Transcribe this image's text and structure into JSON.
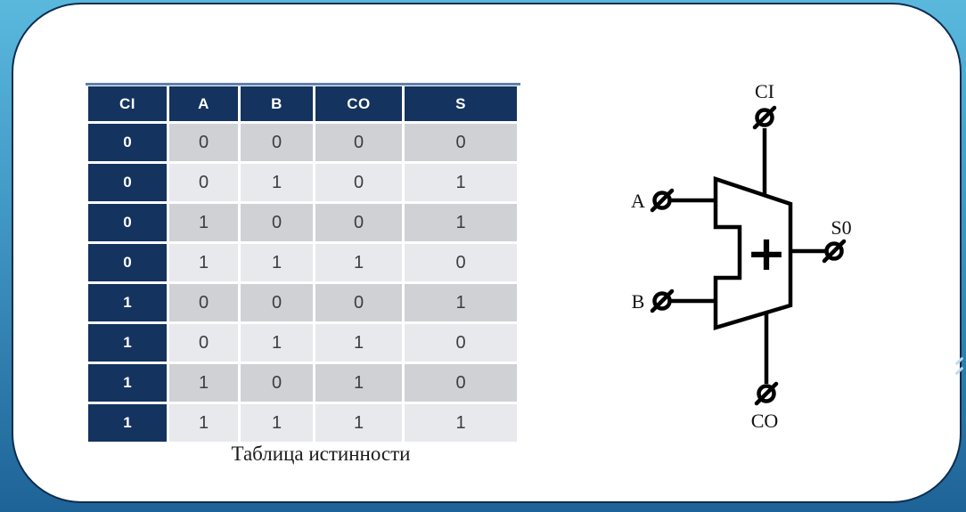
{
  "slide": {
    "background_top": "#5ab8dd",
    "background_bottom": "#1e6397",
    "card_border": "#0d2d4f"
  },
  "truth_table": {
    "caption": "Таблица истинности",
    "columns": [
      "CI",
      "A",
      "B",
      "CO",
      "S"
    ],
    "rows": [
      [
        "0",
        "0",
        "0",
        "0",
        "0"
      ],
      [
        "0",
        "0",
        "1",
        "0",
        "1"
      ],
      [
        "0",
        "1",
        "0",
        "0",
        "1"
      ],
      [
        "0",
        "1",
        "1",
        "1",
        "0"
      ],
      [
        "1",
        "0",
        "0",
        "0",
        "1"
      ],
      [
        "1",
        "0",
        "1",
        "1",
        "0"
      ],
      [
        "1",
        "1",
        "0",
        "1",
        "0"
      ],
      [
        "1",
        "1",
        "1",
        "1",
        "1"
      ]
    ],
    "header_bg": "#14335f",
    "row_dark": "#d0d1d5",
    "row_light": "#e8e9ec"
  },
  "diagram": {
    "labels": {
      "top": "CI",
      "left_top": "A",
      "left_bottom": "B",
      "right": "S0",
      "bottom": "CO"
    },
    "operator": "+"
  }
}
